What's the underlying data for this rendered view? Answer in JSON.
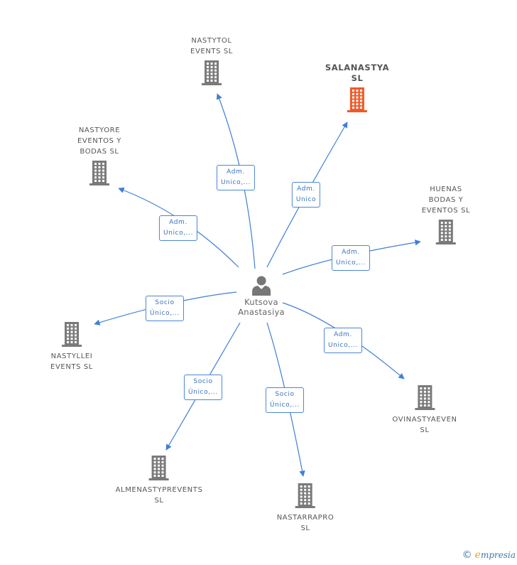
{
  "colors": {
    "edge": "#3f7fd6",
    "building": "#7a7a7a",
    "building_highlight": "#f05a28"
  },
  "person": {
    "name": "Kutsova\nAnastasiya",
    "icon": "person-icon"
  },
  "companies": [
    {
      "id": "nastytol",
      "name": "NASTYTOL\nEVENTS SL",
      "highlight": false
    },
    {
      "id": "salanastya",
      "name": "SALANASTYA\nSL",
      "highlight": true
    },
    {
      "id": "nastyore",
      "name": "NASTYORE\nEVENTOS Y\nBODAS SL",
      "highlight": false
    },
    {
      "id": "huenas",
      "name": "HUENAS\nBODAS Y\nEVENTOS SL",
      "highlight": false
    },
    {
      "id": "nastyllei",
      "name": "NASTYLLEI\nEVENTS SL",
      "highlight": false
    },
    {
      "id": "ovinastyaeven",
      "name": "OVINASTYAEVEN\nSL",
      "highlight": false
    },
    {
      "id": "almenastyprevents",
      "name": "ALMENASTYPREVENTS\nSL",
      "highlight": false
    },
    {
      "id": "nastarrapro",
      "name": "NASTARRAPRO\nSL",
      "highlight": false
    }
  ],
  "relations": [
    {
      "target": "nastytol",
      "label": "Adm.\nUnico,..."
    },
    {
      "target": "salanastya",
      "label": "Adm.\nUnico"
    },
    {
      "target": "nastyore",
      "label": "Adm.\nUnico,..."
    },
    {
      "target": "huenas",
      "label": "Adm.\nUnico,..."
    },
    {
      "target": "nastyllei",
      "label": "Socio\nÚnico,..."
    },
    {
      "target": "ovinastyaeven",
      "label": "Adm.\nUnico,..."
    },
    {
      "target": "almenastyprevents",
      "label": "Socio\nÚnico,..."
    },
    {
      "target": "nastarrapro",
      "label": "Socio\nÚnico,..."
    }
  ],
  "footer": {
    "copyright_symbol": "©",
    "brand_initial": "e",
    "brand_rest": "mpresia"
  }
}
